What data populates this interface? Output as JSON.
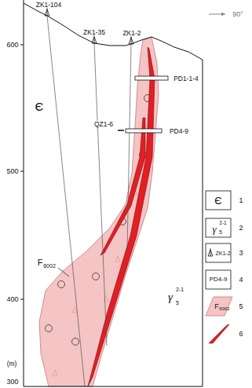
{
  "diagram": {
    "labels": [
      "ZK1-104",
      "ZK1-35",
      "ZK1-2",
      "PD1-1-4",
      "QZ1-6",
      "PD4-9",
      "Є",
      "F",
      "6002",
      "γ",
      "5",
      "2-1",
      "600",
      "500",
      "400",
      "(m)",
      "300",
      "90°",
      "Є",
      "γ",
      "5",
      "2-1",
      "ZK1-2",
      "PD4-9",
      "F",
      "6002"
    ],
    "legend": [
      {
        "text": "1"
      },
      {
        "text": "2"
      },
      {
        "text": "3"
      },
      {
        "text": "4"
      },
      {
        "text": "5",
        "color": "#f5c4c4"
      },
      {
        "text": "6"
      }
    ]
  }
}
